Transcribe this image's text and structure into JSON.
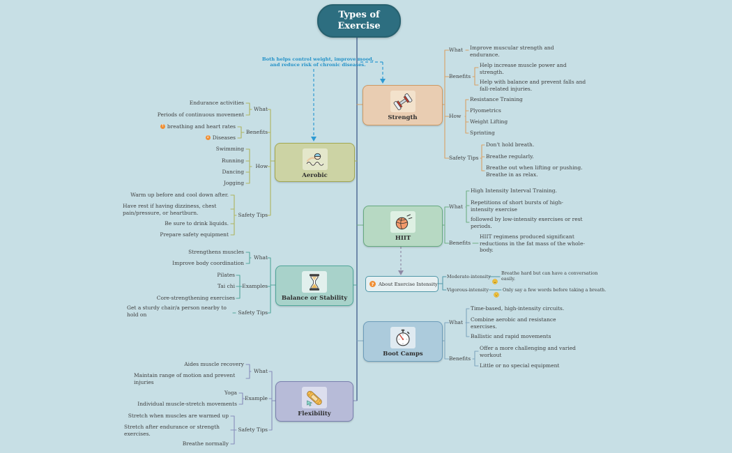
{
  "root": {
    "title": "Types of Exercise"
  },
  "note": {
    "text": "Both helps control weight, improve mood, and reduce risk of chronic diseases."
  },
  "topics": {
    "strength": {
      "label": "Strength",
      "icon": "dumbbell-icon",
      "groups": {
        "what": {
          "label": "What",
          "leaves": [
            "Improve muscular strength and endurance."
          ]
        },
        "benefits": {
          "label": "Benefits",
          "leaves": [
            "Help increase muscle power and strength.",
            "Help with balance and prevent falls and fall-related injuries."
          ]
        },
        "how": {
          "label": "How",
          "leaves": [
            "Resistance Training",
            "Plyometrics",
            "Weight Lifting",
            "Sprinting"
          ]
        },
        "safety": {
          "label": "Safety Tips",
          "leaves": [
            "Don't hold breath.",
            "Breathe regularly.",
            "Breathe out when lifting or pushing. Breathe in as relax."
          ]
        }
      }
    },
    "aerobic": {
      "label": "Aerobic",
      "icon": "swimmer-icon",
      "groups": {
        "what": {
          "label": "What",
          "leaves": [
            "Endurance activities",
            "Periods of continuous movement"
          ]
        },
        "benefits": {
          "label": "Benefits",
          "leaves": [
            "breathing and heart rates",
            "Diseases"
          ]
        },
        "how": {
          "label": "How",
          "leaves": [
            "Swimming",
            "Running",
            "Dancing",
            "Jogging"
          ]
        },
        "safety": {
          "label": "Safety Tips",
          "leaves": [
            "Warm up before and cool down after.",
            "Have rest if having dizziness, chest pain/pressure, or heartburn.",
            "Be sure to drink liquids.",
            "Prepare safety equipment"
          ]
        }
      }
    },
    "hiit": {
      "label": "HIIT",
      "icon": "basketball-icon",
      "groups": {
        "what": {
          "label": "What",
          "leaves": [
            "High Intensity Interval Training.",
            "Repetitions of short bursts of high-intensity exercise",
            "followed by low-intensity exercises or rest periods."
          ]
        },
        "benefits": {
          "label": "Benefits",
          "leaves": [
            "HIIT regimens produced significant reductions in the fat mass of the whole-body."
          ]
        }
      }
    },
    "balance": {
      "label": "Balance or Stability",
      "icon": "hourglass-icon",
      "groups": {
        "what": {
          "label": "What",
          "leaves": [
            "Strengthens muscles",
            "Improve body coordination"
          ]
        },
        "examples": {
          "label": "Examples",
          "leaves": [
            "Pilates",
            "Tai chi",
            "Core-strengthening exercises"
          ]
        },
        "safety": {
          "label": "Safety Tips",
          "leaves": [
            "Get a sturdy chair/a person nearby to hold on"
          ]
        }
      }
    },
    "boot_camps": {
      "label": "Boot Camps",
      "icon": "stopwatch-icon",
      "groups": {
        "what": {
          "label": "What",
          "leaves": [
            "Time-based, high-intensity circuits.",
            "Combine aerobic and resistance exercises.",
            "Ballistic and rapid movements"
          ]
        },
        "benefits": {
          "label": "Benefits",
          "leaves": [
            "Offer a more challenging and varied workout",
            "Little or no special equipment"
          ]
        }
      }
    },
    "flexibility": {
      "label": "Flexibility",
      "icon": "bandage-icon",
      "groups": {
        "what": {
          "label": "What",
          "leaves": [
            "Aides muscle recovery",
            "Maintain range of motion and prevent injuries"
          ]
        },
        "example": {
          "label": "Example",
          "leaves": [
            "Yoga",
            "Individual muscle-stretch movements"
          ]
        },
        "safety": {
          "label": "Safety Tips",
          "leaves": [
            "Stretch when muscles are warmed up",
            "Stretch after endurance or strength exercises.",
            "Breathe normally"
          ]
        }
      }
    }
  },
  "about": {
    "label": "About Exercise Intensity",
    "icon": "question-icon",
    "items": [
      {
        "label": "Moderate-intensity",
        "icon": "smiley-face-icon",
        "desc": "Breathe hard but can have a conversation easily."
      },
      {
        "label": "Vigorous-intensity",
        "icon": "neutral-face-icon",
        "desc": "Only say a few words before taking a breath."
      }
    ]
  },
  "markers": {
    "up": "↑",
    "down": "↓",
    "question": "?"
  },
  "colors": {
    "background": "#c7dfe5",
    "root_fill": "#2d6e80",
    "trunk": "#6e88a9",
    "note_text": "#2492c8",
    "strength": "#d9a064",
    "aerobic": "#aeb35e",
    "hiit": "#6fae84",
    "balance": "#53a69a",
    "boot_camps": "#7fa5bd",
    "flexibility": "#878cba",
    "about": "#4f97a8",
    "dashed_blue": "#2e9ad2"
  }
}
